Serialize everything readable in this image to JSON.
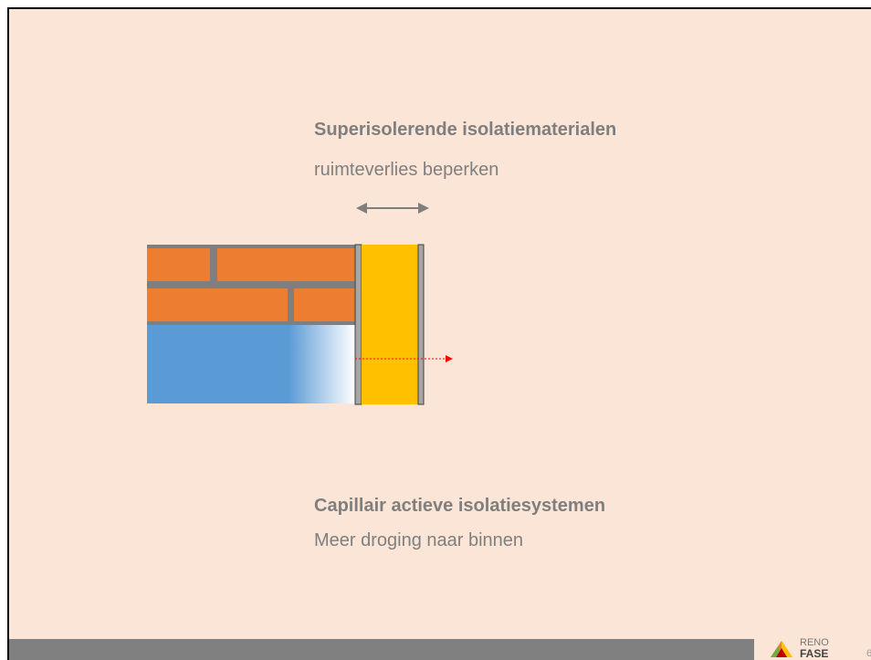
{
  "slide": {
    "heading_1": "Superisolerende isolatiematerialen",
    "subheading_1": "ruimteverlies beperken",
    "heading_2": "Capillair actieve isolatiesystemen",
    "subheading_2": "Meer droging naar binnen",
    "logo_top": "RENO",
    "logo_bottom": "FASE",
    "page_number": "6"
  },
  "colors": {
    "background": "#fbe5d6",
    "brick": "#ed7d31",
    "mortar": "#7f7f7f",
    "moisture": "#5b9bd5",
    "insulation": "#ffc000",
    "footer": "#808080"
  },
  "icons": [
    "double-arrow-icon",
    "dashed-arrow-icon",
    "renofase-logo-icon"
  ]
}
